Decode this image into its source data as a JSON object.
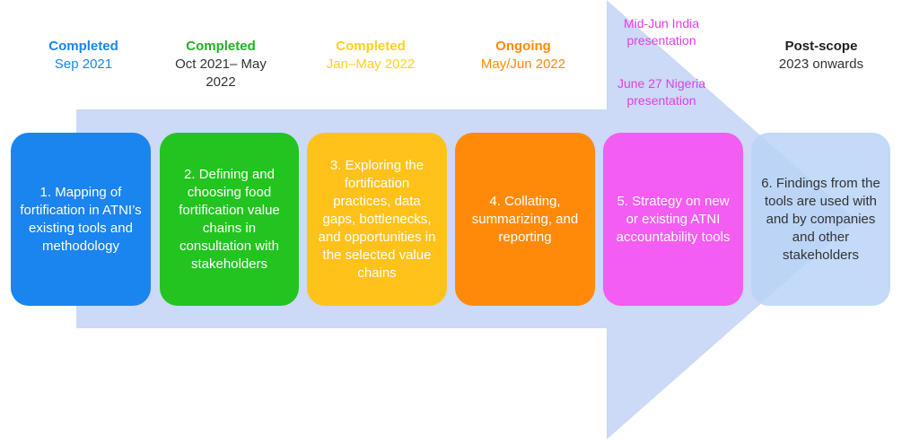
{
  "colors": {
    "arrow": "#ccd9f7",
    "step1": "#1a84ef",
    "step2": "#23c41f",
    "step3": "#ffc21a",
    "step4": "#ff8a0a",
    "step5": "#f35df1",
    "step6": "#bcd7f7"
  },
  "headers": [
    {
      "status": "Completed",
      "date": "Sep 2021",
      "status_color": "#1a84ef",
      "date_color": "#1a84ef"
    },
    {
      "status": "Completed",
      "date": "Oct 2021– May 2022",
      "status_color": "#23b020",
      "date_color": "#333333"
    },
    {
      "status": "Completed",
      "date": "Jan–May 2022",
      "status_color": "#ffd21a",
      "date_color": "#ffd21a"
    },
    {
      "status": "Ongoing",
      "date": "May/Jun 2022",
      "status_color": "#ff8a0a",
      "date_color": "#ff8a0a"
    },
    {
      "status": "Post-scope",
      "date": "2023 onwards",
      "status_color": "#222222",
      "date_color": "#333333"
    }
  ],
  "notes": {
    "india": "Mid-Jun India presentation",
    "nigeria": "June 27 Nigeria presentation"
  },
  "steps": [
    "1. Mapping of fortification in ATNI’s existing tools and methodology",
    "2. Defining and choosing food fortification value chains in consultation with stakeholders",
    "3. Exploring the fortification practices, data gaps, bottlenecks, and opportunities in the selected value chains",
    "4. Collating, summarizing, and reporting",
    "5. Strategy on new or existing ATNI accountability tools",
    "6. Findings from the tools are used with and by companies and other stakeholders"
  ]
}
